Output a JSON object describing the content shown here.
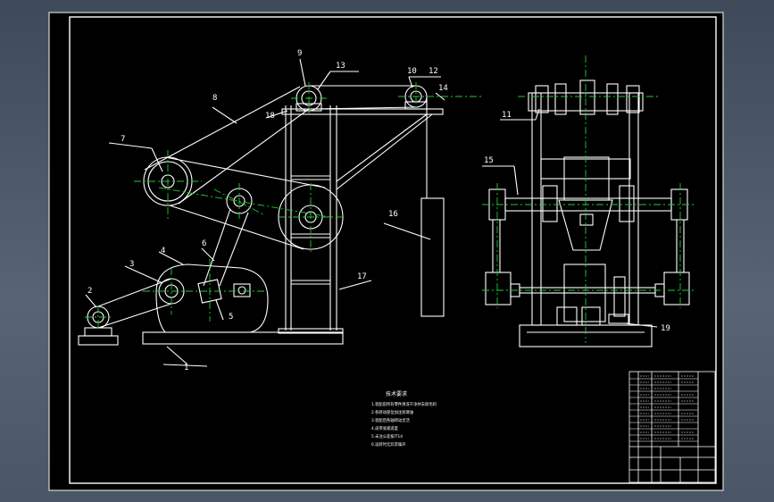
{
  "colors": {
    "viewport_bg": "#4c5868",
    "sheet": "#000000",
    "line": "#ffffff",
    "center_line": "#22cc33",
    "accent": "#00ff00"
  },
  "part_labels": [
    "1",
    "2",
    "3",
    "4",
    "5",
    "6",
    "7",
    "8",
    "9",
    "13",
    "10",
    "12",
    "14",
    "11",
    "18",
    "15",
    "16",
    "17",
    "19"
  ],
  "notes": {
    "title": "技术要求",
    "lines": [
      "1.装配前所有零件清洗干净并去除毛刺",
      "2.各转动部位加注润滑油",
      "3.装配后各轴转动灵活",
      "4.皮带张紧适度",
      "5.未注公差按IT14",
      "6.运转时无异常噪声"
    ]
  }
}
